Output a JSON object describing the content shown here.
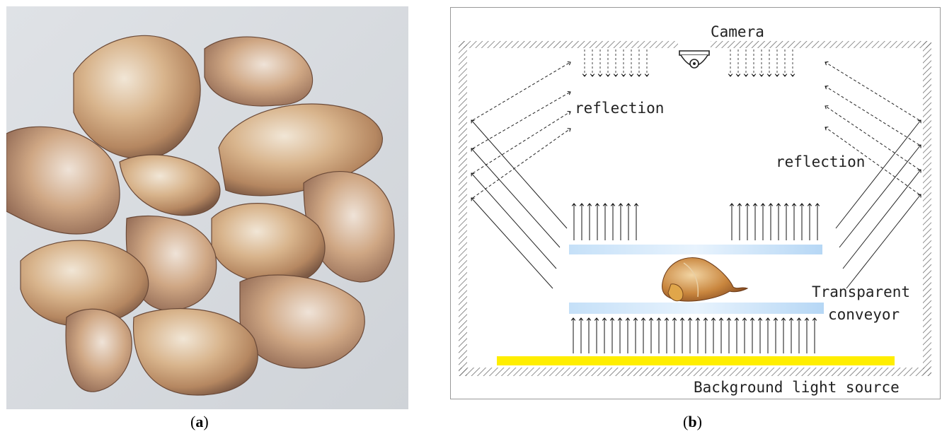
{
  "panels": [
    {
      "id": "a",
      "caption_open": "(",
      "caption_letter": "a",
      "caption_close": ")"
    },
    {
      "id": "b",
      "caption_open": "(",
      "caption_letter": "b",
      "caption_close": ")"
    }
  ],
  "diagram": {
    "camera_label": "Camera",
    "reflection_left_label": "reflection",
    "reflection_right_label": "reflection",
    "conveyor_label_line1": "Transparent",
    "conveyor_label_line2": "conveyor",
    "background_light_label": "Background light source"
  },
  "colors": {
    "light_source": "#ffee00",
    "conveyor": "#bcdcf6",
    "hatch": "#555555",
    "garlic_skin": "#c89868",
    "photo_background": "#d9dcdf"
  }
}
